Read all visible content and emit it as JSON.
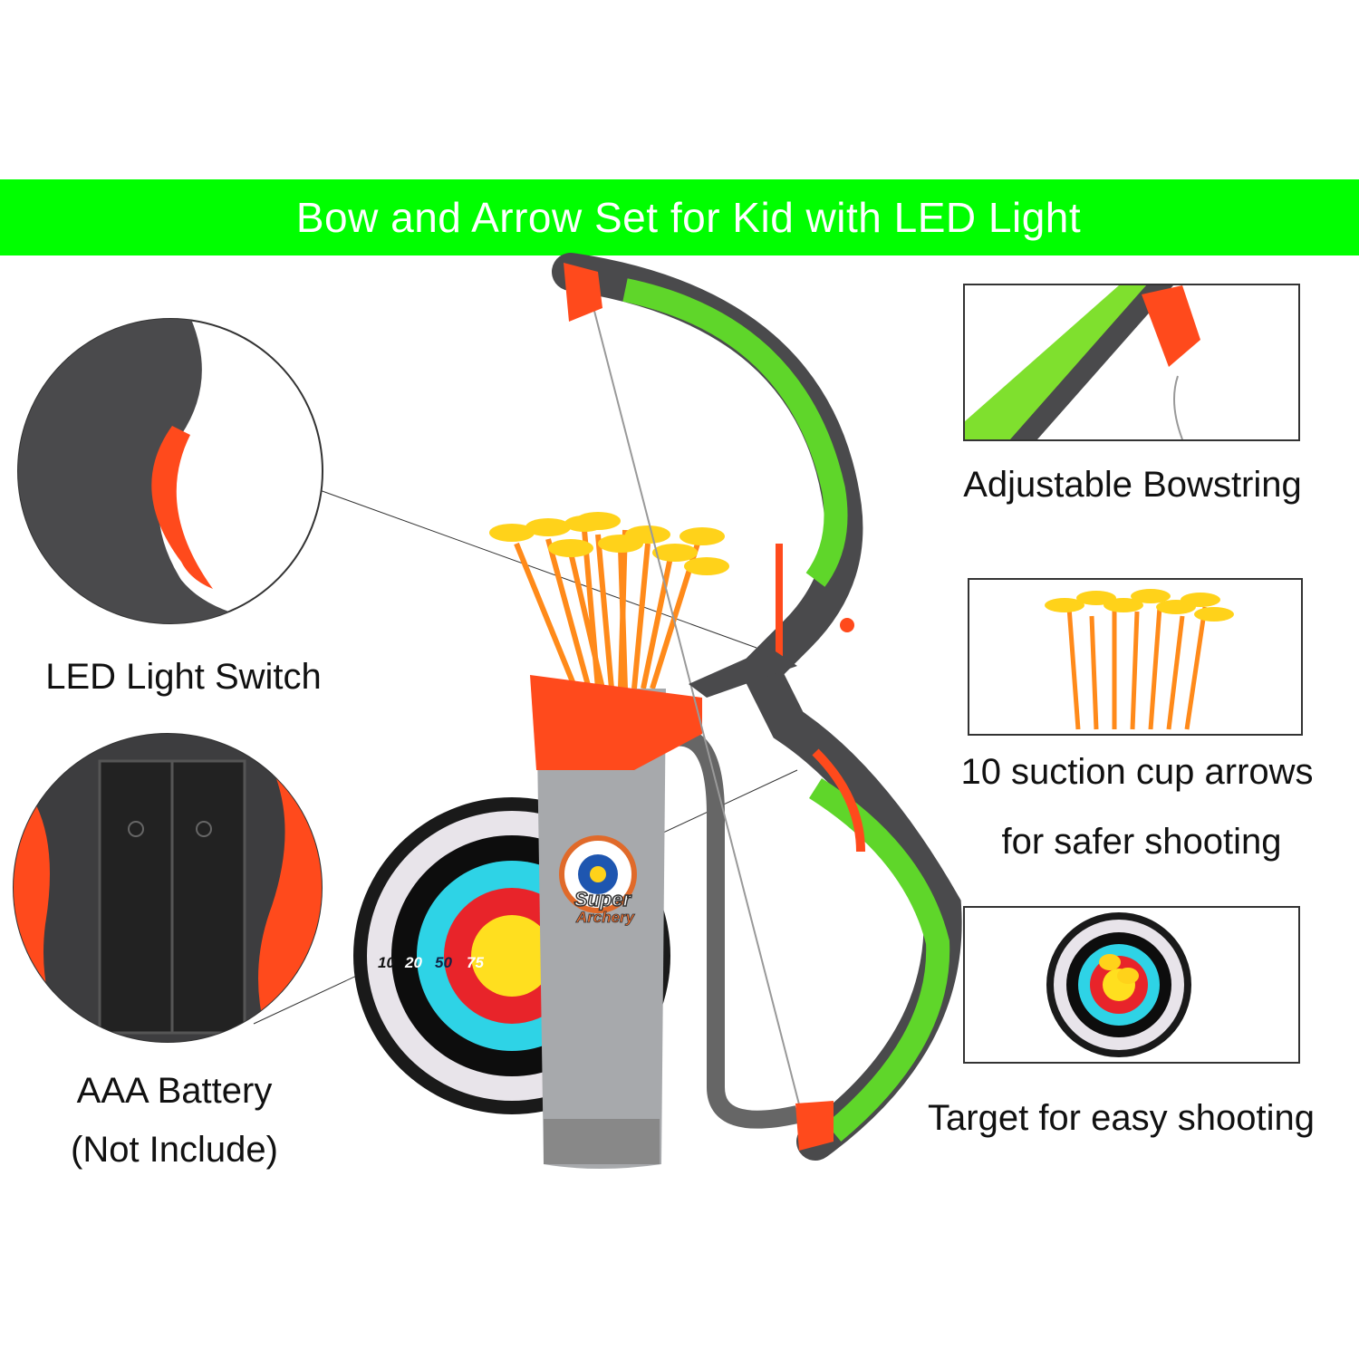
{
  "banner": {
    "title": "Bow and Arrow Set for Kid with LED Light"
  },
  "features": {
    "led_switch": "LED Light Switch",
    "battery_line1": "AAA Battery",
    "battery_line2": "(Not Include)",
    "bowstring": "Adjustable Bowstring",
    "arrows_line1": "10 suction cup arrows",
    "arrows_line2": "for safer shooting",
    "target": "Target for easy shooting"
  },
  "product": {
    "quiver_logo_line1": "Super",
    "quiver_logo_line2": "Archery",
    "target_scores": [
      "10",
      "20",
      "50",
      "75"
    ]
  },
  "colors": {
    "banner": "#00ff00",
    "bow_green": "#5fd62a",
    "accent_orange": "#ff4a1c",
    "arrow_orange": "#ff8a1a",
    "cup_yellow": "#ffd21a"
  }
}
